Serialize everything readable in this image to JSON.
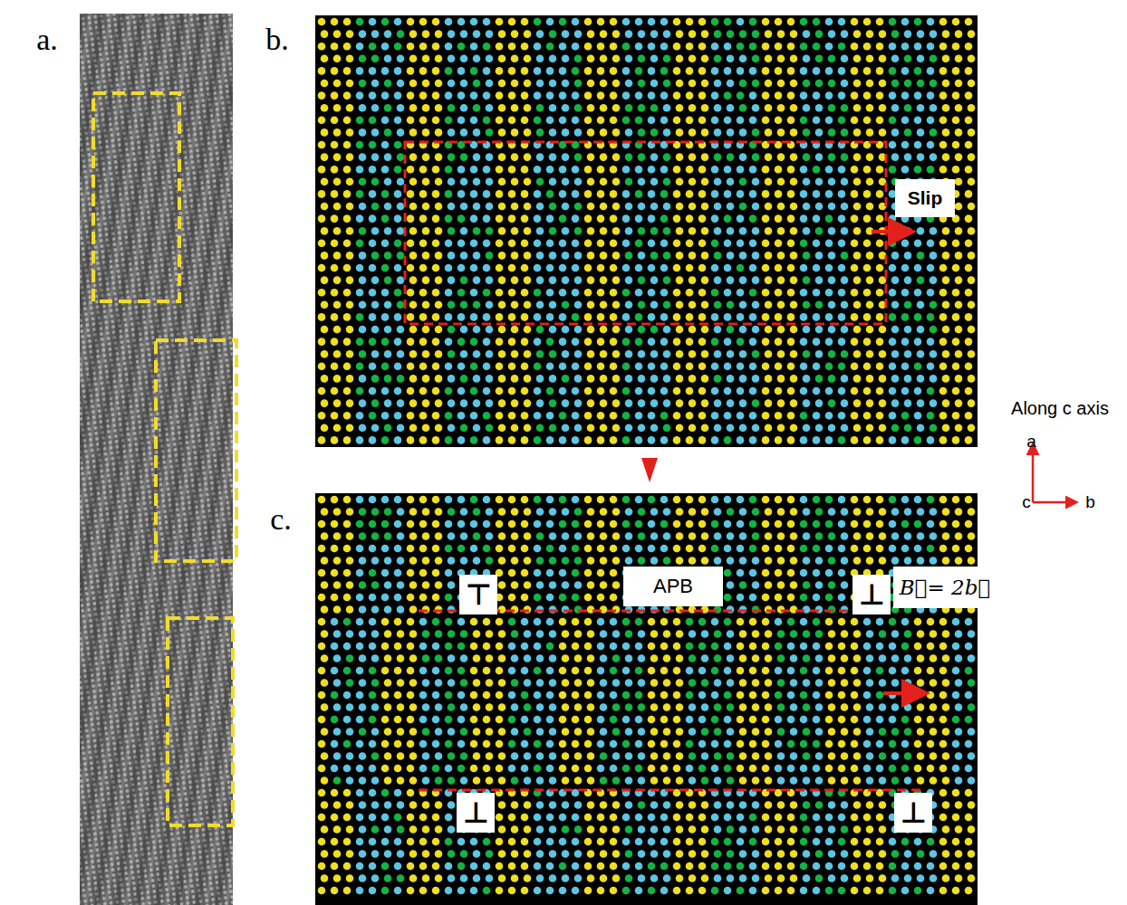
{
  "diagram": {
    "nodes": [
      {
        "text": [
          "Slip"
        ]
      },
      {
        "text": [
          "APB"
        ]
      },
      {
        "text": [
          "B⃗= 2b⃗"
        ]
      }
    ],
    "labels": [
      "a.",
      "b.",
      "c.",
      "⊤",
      "⊥",
      "⊥",
      "⊥",
      "Along c axis",
      "a",
      "c",
      "b"
    ]
  }
}
